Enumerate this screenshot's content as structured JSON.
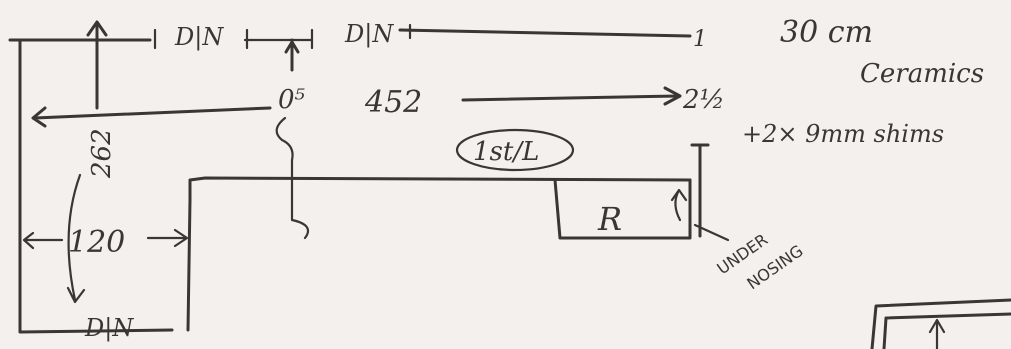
{
  "sketch": {
    "labels": {
      "dn_top_left": "D|N",
      "dn_top_mid": "D|N",
      "dn_bottom": "D|N",
      "step_number": "1",
      "width_main": "452",
      "half_label": "2½",
      "offset_mark": "0⁵",
      "depth_vertical": "262",
      "depth_left": "120",
      "circled_floor": "1st/L",
      "room_letter": "R",
      "tile_spec": "30 cm",
      "tile_material": "Ceramics",
      "shims_spec": "+2× 9mm shims",
      "under_nosing_1": "UNDER",
      "under_nosing_2": "NOSING"
    }
  }
}
